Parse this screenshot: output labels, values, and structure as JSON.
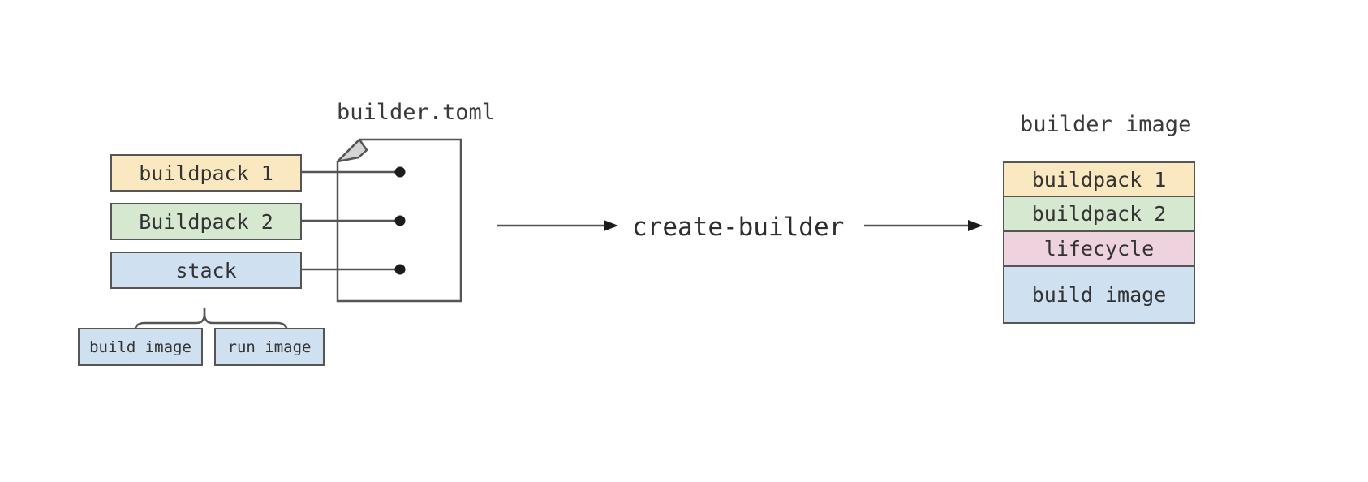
{
  "diagram": {
    "title_builder_toml": "builder.toml",
    "title_builder_image": "builder image",
    "command_label": "create-builder",
    "inputs": [
      {
        "label": "buildpack 1",
        "fill": "#fae9c0",
        "name": "input-buildpack-1"
      },
      {
        "label": "Buildpack 2",
        "fill": "#d6e8d0",
        "name": "input-buildpack-2"
      },
      {
        "label": "stack",
        "fill": "#cfe0f0",
        "name": "input-stack"
      }
    ],
    "stack_children": [
      {
        "label": "build image",
        "name": "stack-child-build-image"
      },
      {
        "label": "run image",
        "name": "stack-child-run-image"
      }
    ],
    "builder_image_layers": [
      {
        "label": "buildpack 1",
        "fill": "#fae9c0",
        "name": "builder-layer-buildpack-1"
      },
      {
        "label": "buildpack 2",
        "fill": "#d6e8d0",
        "name": "builder-layer-buildpack-2"
      },
      {
        "label": "lifecycle",
        "fill": "#eed2de",
        "name": "builder-layer-lifecycle"
      },
      {
        "label": "build image",
        "fill": "#cfe0f0",
        "name": "builder-layer-build-image"
      }
    ],
    "colors": {
      "stroke": "#555555",
      "text": "#333333",
      "background": "#ffffff",
      "fold_fill": "#d4d4d4",
      "buildpack_1": "#fae9c0",
      "buildpack_2": "#d6e8d0",
      "lifecycle": "#eed2de",
      "build_image": "#cfe0f0"
    }
  }
}
